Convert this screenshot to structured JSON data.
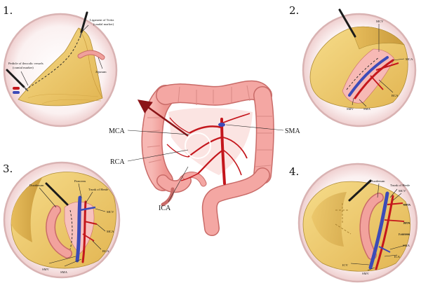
{
  "panels": [
    {
      "number": "1.",
      "labels": {
        "ligament": "Ligament of Treitz",
        "caudal": "(caudal marker)",
        "pedicle": "Pedicle of ileocolic vessels",
        "cranial": "(cranial marker)",
        "jejunum": "Jejunum"
      }
    },
    {
      "number": "2.",
      "labels": {
        "mcv": "MCV",
        "mca": "MCA",
        "rca": "RCA",
        "smv": "SMV",
        "sma": "SMA"
      }
    },
    {
      "number": "3.",
      "labels": {
        "duodenum": "Duodenum",
        "pancreas": "Pancreas",
        "trunk": "Trunk of Henle",
        "mcv": "MCV",
        "mca": "MCA",
        "rca": "RCA",
        "smv": "SMV",
        "sma": "SMA"
      }
    },
    {
      "number": "4.",
      "labels": {
        "duodenum": "Duodenum",
        "trunk": "Trunk of Henle",
        "mcv": "MCV",
        "mca": "MCA",
        "rca": "RCA",
        "pancreas": "Pancreas",
        "sma": "SMA",
        "ica": "ICA",
        "icv": "ICV",
        "smv": "SMV"
      }
    }
  ],
  "center_labels": {
    "mca": "MCA",
    "rca": "RCA",
    "ica": "ICA",
    "sma": "SMA"
  },
  "colors": {
    "fat": "#f1cd6e",
    "fat_edge": "#b08d35",
    "colon": "#f4a7a3",
    "colon_edge": "#c96b68",
    "artery": "#c4161c",
    "vein": "#3c4bb8",
    "ring": "#d9b3b3",
    "arrow": "#8b1418"
  }
}
